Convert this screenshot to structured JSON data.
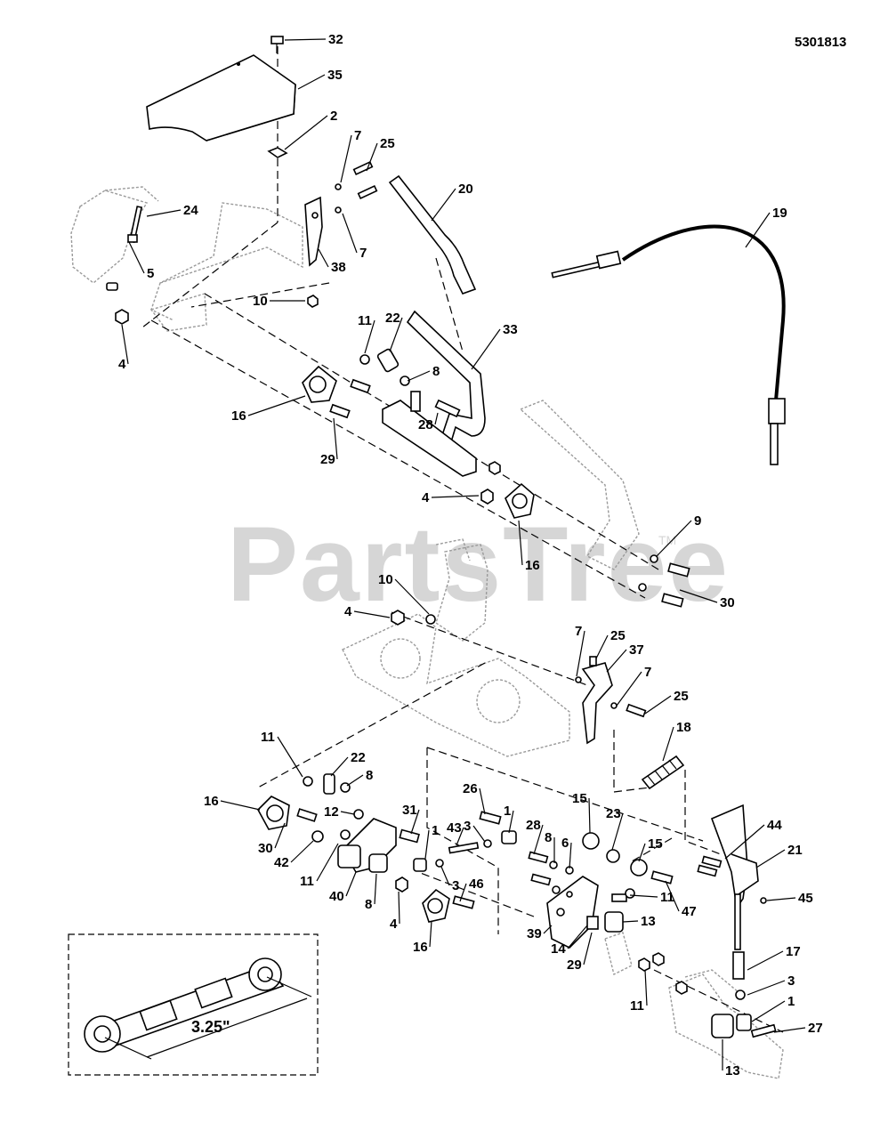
{
  "document_number": "5301813",
  "watermark": {
    "text": "PartsTree",
    "mark": "TM"
  },
  "inset": {
    "dimension_label": "3.25\""
  },
  "callouts": [
    {
      "id": "c32a",
      "label": "32"
    },
    {
      "id": "c35a",
      "label": "35"
    },
    {
      "id": "c2a",
      "label": "2"
    },
    {
      "id": "c7a",
      "label": "7"
    },
    {
      "id": "c25a",
      "label": "25"
    },
    {
      "id": "c7b",
      "label": "7"
    },
    {
      "id": "c38a",
      "label": "38"
    },
    {
      "id": "c24a",
      "label": "24"
    },
    {
      "id": "c5a",
      "label": "5"
    },
    {
      "id": "c10a",
      "label": "10"
    },
    {
      "id": "c4a",
      "label": "4"
    },
    {
      "id": "c20a",
      "label": "20"
    },
    {
      "id": "c19a",
      "label": "19"
    },
    {
      "id": "c11a",
      "label": "11"
    },
    {
      "id": "c22a",
      "label": "22"
    },
    {
      "id": "c33a",
      "label": "33"
    },
    {
      "id": "c8a",
      "label": "8"
    },
    {
      "id": "c28a",
      "label": "28"
    },
    {
      "id": "c16a",
      "label": "16"
    },
    {
      "id": "c29a",
      "label": "29"
    },
    {
      "id": "c4b",
      "label": "4"
    },
    {
      "id": "c16b",
      "label": "16"
    },
    {
      "id": "c9a",
      "label": "9"
    },
    {
      "id": "c30a",
      "label": "30"
    },
    {
      "id": "c10b",
      "label": "10"
    },
    {
      "id": "c4c",
      "label": "4"
    },
    {
      "id": "c7c",
      "label": "7"
    },
    {
      "id": "c25b",
      "label": "25"
    },
    {
      "id": "c37a",
      "label": "37"
    },
    {
      "id": "c7d",
      "label": "7"
    },
    {
      "id": "c25c",
      "label": "25"
    },
    {
      "id": "c18a",
      "label": "18"
    },
    {
      "id": "c11b",
      "label": "11"
    },
    {
      "id": "c22b",
      "label": "22"
    },
    {
      "id": "c8b",
      "label": "8"
    },
    {
      "id": "c16c",
      "label": "16"
    },
    {
      "id": "c12a",
      "label": "12"
    },
    {
      "id": "c31a",
      "label": "31"
    },
    {
      "id": "c26a",
      "label": "26"
    },
    {
      "id": "c1a",
      "label": "1"
    },
    {
      "id": "c28b",
      "label": "28"
    },
    {
      "id": "c15a",
      "label": "15"
    },
    {
      "id": "c23a",
      "label": "23"
    },
    {
      "id": "c44a",
      "label": "44"
    },
    {
      "id": "c21a",
      "label": "21"
    },
    {
      "id": "c30b",
      "label": "30"
    },
    {
      "id": "c42a",
      "label": "42"
    },
    {
      "id": "c11c",
      "label": "11"
    },
    {
      "id": "c40a",
      "label": "40"
    },
    {
      "id": "c8c",
      "label": "8"
    },
    {
      "id": "c1b",
      "label": "1"
    },
    {
      "id": "c43a",
      "label": "43"
    },
    {
      "id": "c3a",
      "label": "3"
    },
    {
      "id": "c8d",
      "label": "8"
    },
    {
      "id": "c6a",
      "label": "6"
    },
    {
      "id": "c15b",
      "label": "15"
    },
    {
      "id": "c3b",
      "label": "3"
    },
    {
      "id": "c46a",
      "label": "46"
    },
    {
      "id": "c4d",
      "label": "4"
    },
    {
      "id": "c16d",
      "label": "16"
    },
    {
      "id": "c11d",
      "label": "11"
    },
    {
      "id": "c47a",
      "label": "47"
    },
    {
      "id": "c45a",
      "label": "45"
    },
    {
      "id": "c39a",
      "label": "39"
    },
    {
      "id": "c14a",
      "label": "14"
    },
    {
      "id": "c29b",
      "label": "29"
    },
    {
      "id": "c13a",
      "label": "13"
    },
    {
      "id": "c17a",
      "label": "17"
    },
    {
      "id": "c3c",
      "label": "3"
    },
    {
      "id": "c1c",
      "label": "1"
    },
    {
      "id": "c11e",
      "label": "11"
    },
    {
      "id": "c27a",
      "label": "27"
    },
    {
      "id": "c13b",
      "label": "13"
    }
  ]
}
